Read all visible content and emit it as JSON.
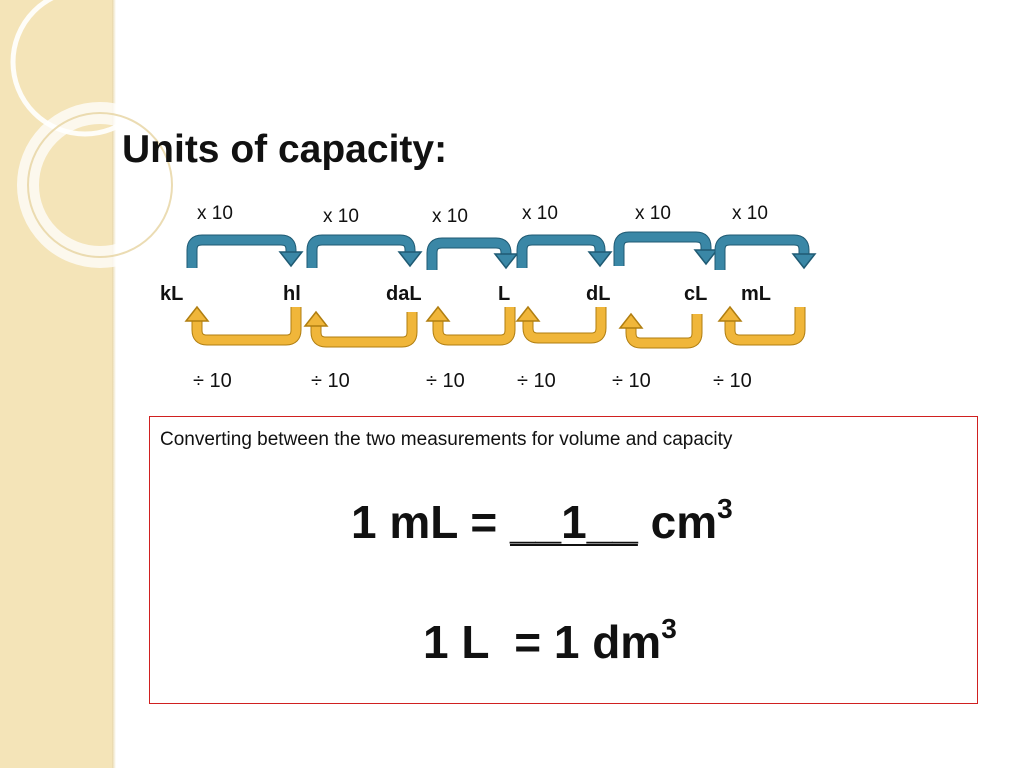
{
  "title": "Units of capacity:",
  "multiplier_labels": [
    "x 10",
    "x 10",
    "x 10",
    "x 10",
    "x 10",
    "x 10"
  ],
  "divider_labels": [
    "÷ 10",
    "÷ 10",
    "÷ 10",
    "÷ 10",
    "÷ 10",
    "÷ 10"
  ],
  "units": [
    "kL",
    "hl",
    "daL",
    "L",
    "dL",
    "cL",
    "mL"
  ],
  "colors": {
    "forward_arrow": "#3a87a6",
    "backward_arrow": "#f0b63a",
    "box_border": "#d02020",
    "sidebar": "#f4e4b8"
  },
  "conversion_box": {
    "caption": "Converting between the two measurements for volume and capacity",
    "eq1": {
      "left": "1 mL = ",
      "blank": "__1__",
      "unit": " cm",
      "exp": "3"
    },
    "eq2": {
      "left": "1 L  = 1 dm",
      "exp": "3"
    }
  }
}
